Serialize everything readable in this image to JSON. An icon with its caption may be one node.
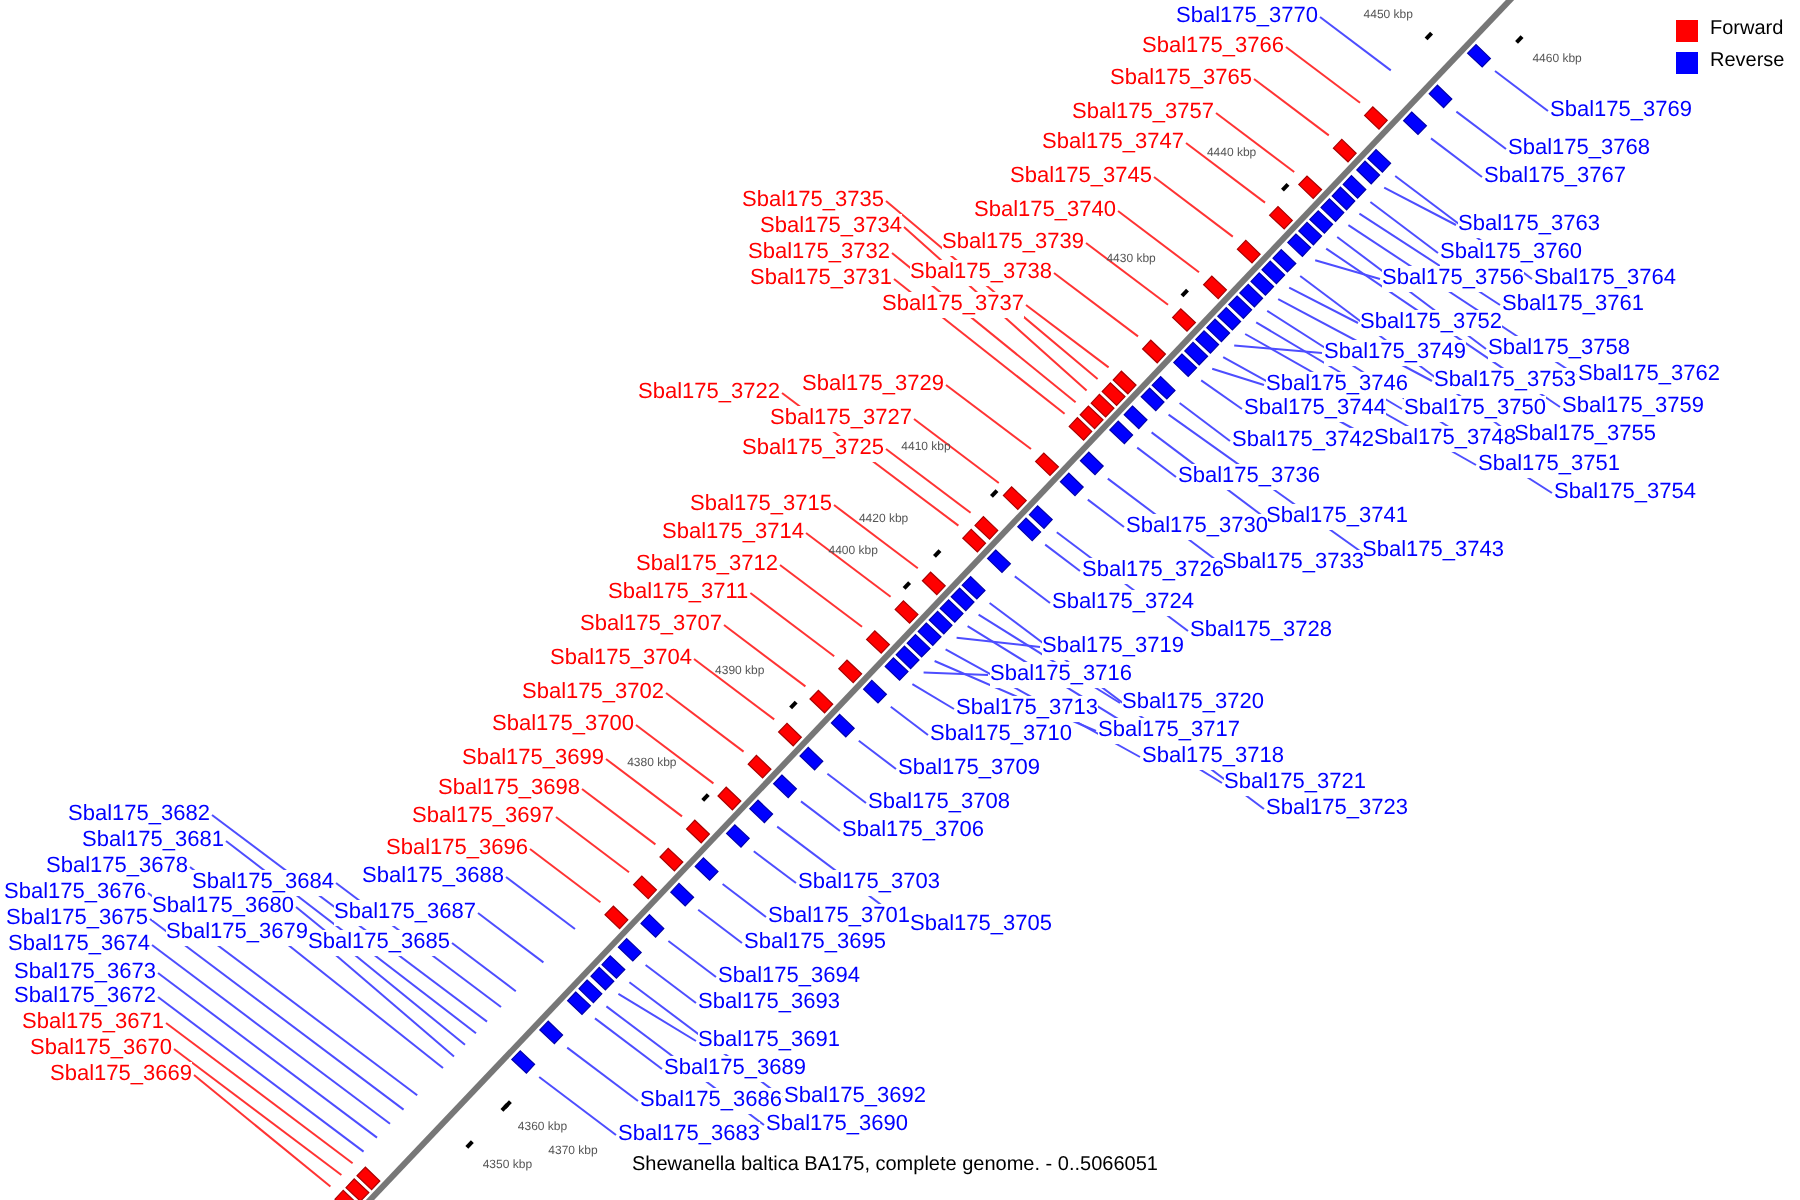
{
  "diagram": {
    "caption": "Shewanella baltica BA175, complete genome. - 0..5066051",
    "nodes": [
      {
        "text": [
          "Sbal175_3766"
        ]
      },
      {
        "text": [
          "Sbal175_3765"
        ]
      },
      {
        "text": [
          "Sbal175_3757"
        ]
      },
      {
        "text": [
          "Sbal175_3747"
        ]
      },
      {
        "text": [
          "Sbal175_3745"
        ]
      },
      {
        "text": [
          "Sbal175_3740"
        ]
      },
      {
        "text": [
          "Sbal175_3739"
        ]
      },
      {
        "text": [
          "Sbal175_3738"
        ]
      },
      {
        "text": [
          "Sbal175_3737"
        ]
      },
      {
        "text": [
          "Sbal175_3735"
        ]
      },
      {
        "text": [
          "Sbal175_3734"
        ]
      },
      {
        "text": [
          "Sbal175_3732"
        ]
      },
      {
        "text": [
          "Sbal175_3731"
        ]
      },
      {
        "text": [
          "Sbal175_3729"
        ]
      },
      {
        "text": [
          "Sbal175_3727"
        ]
      },
      {
        "text": [
          "Sbal175_3725"
        ]
      },
      {
        "text": [
          "Sbal175_3722"
        ]
      },
      {
        "text": [
          "Sbal175_3715"
        ]
      },
      {
        "text": [
          "Sbal175_3714"
        ]
      },
      {
        "text": [
          "Sbal175_3712"
        ]
      },
      {
        "text": [
          "Sbal175_3711"
        ]
      },
      {
        "text": [
          "Sbal175_3707"
        ]
      },
      {
        "text": [
          "Sbal175_3704"
        ]
      },
      {
        "text": [
          "Sbal175_3702"
        ]
      },
      {
        "text": [
          "Sbal175_3700"
        ]
      },
      {
        "text": [
          "Sbal175_3699"
        ]
      },
      {
        "text": [
          "Sbal175_3698"
        ]
      },
      {
        "text": [
          "Sbal175_3697"
        ]
      },
      {
        "text": [
          "Sbal175_3696"
        ]
      },
      {
        "text": [
          "Sbal175_3671"
        ]
      },
      {
        "text": [
          "Sbal175_3670"
        ]
      },
      {
        "text": [
          "Sbal175_3669"
        ]
      },
      {
        "text": [
          "Sbal175_3682"
        ]
      },
      {
        "text": [
          "Sbal175_3681"
        ]
      },
      {
        "text": [
          "Sbal175_3678"
        ]
      },
      {
        "text": [
          "Sbal175_3676"
        ]
      },
      {
        "text": [
          "Sbal175_3675"
        ]
      },
      {
        "text": [
          "Sbal175_3674"
        ]
      },
      {
        "text": [
          "Sbal175_3673"
        ]
      },
      {
        "text": [
          "Sbal175_3672"
        ]
      },
      {
        "text": [
          "Sbal175_3684"
        ]
      },
      {
        "text": [
          "Sbal175_3680"
        ]
      },
      {
        "text": [
          "Sbal175_3679"
        ]
      },
      {
        "text": [
          "Sbal175_3688"
        ]
      },
      {
        "text": [
          "Sbal175_3687"
        ]
      },
      {
        "text": [
          "Sbal175_3685"
        ]
      },
      {
        "text": [
          "Sbal175_3770"
        ]
      },
      {
        "text": [
          "Sbal175_3769"
        ]
      },
      {
        "text": [
          "Sbal175_3768"
        ]
      },
      {
        "text": [
          "Sbal175_3767"
        ]
      },
      {
        "text": [
          "Sbal175_3763"
        ]
      },
      {
        "text": [
          "Sbal175_3760"
        ]
      },
      {
        "text": [
          "Sbal175_3756"
        ]
      },
      {
        "text": [
          "Sbal175_3764"
        ]
      },
      {
        "text": [
          "Sbal175_3761"
        ]
      },
      {
        "text": [
          "Sbal175_3752"
        ]
      },
      {
        "text": [
          "Sbal175_3758"
        ]
      },
      {
        "text": [
          "Sbal175_3749"
        ]
      },
      {
        "text": [
          "Sbal175_3762"
        ]
      },
      {
        "text": [
          "Sbal175_3753"
        ]
      },
      {
        "text": [
          "Sbal175_3746"
        ]
      },
      {
        "text": [
          "Sbal175_3759"
        ]
      },
      {
        "text": [
          "Sbal175_3750"
        ]
      },
      {
        "text": [
          "Sbal175_3744"
        ]
      },
      {
        "text": [
          "Sbal175_3755"
        ]
      },
      {
        "text": [
          "Sbal175_3748"
        ]
      },
      {
        "text": [
          "Sbal175_3742"
        ]
      },
      {
        "text": [
          "Sbal175_3751"
        ]
      },
      {
        "text": [
          "Sbal175_3736"
        ]
      },
      {
        "text": [
          "Sbal175_3754"
        ]
      },
      {
        "text": [
          "Sbal175_3741"
        ]
      },
      {
        "text": [
          "Sbal175_3730"
        ]
      },
      {
        "text": [
          "Sbal175_3743"
        ]
      },
      {
        "text": [
          "Sbal175_3733"
        ]
      },
      {
        "text": [
          "Sbal175_3726"
        ]
      },
      {
        "text": [
          "Sbal175_3724"
        ]
      },
      {
        "text": [
          "Sbal175_3728"
        ]
      },
      {
        "text": [
          "Sbal175_3719"
        ]
      },
      {
        "text": [
          "Sbal175_3716"
        ]
      },
      {
        "text": [
          "Sbal175_3720"
        ]
      },
      {
        "text": [
          "Sbal175_3713"
        ]
      },
      {
        "text": [
          "Sbal175_3717"
        ]
      },
      {
        "text": [
          "Sbal175_3710"
        ]
      },
      {
        "text": [
          "Sbal175_3718"
        ]
      },
      {
        "text": [
          "Sbal175_3709"
        ]
      },
      {
        "text": [
          "Sbal175_3721"
        ]
      },
      {
        "text": [
          "Sbal175_3708"
        ]
      },
      {
        "text": [
          "Sbal175_3723"
        ]
      },
      {
        "text": [
          "Sbal175_3706"
        ]
      },
      {
        "text": [
          "Sbal175_3703"
        ]
      },
      {
        "text": [
          "Sbal175_3705"
        ]
      },
      {
        "text": [
          "Sbal175_3701"
        ]
      },
      {
        "text": [
          "Sbal175_3695"
        ]
      },
      {
        "text": [
          "Sbal175_3694"
        ]
      },
      {
        "text": [
          "Sbal175_3693"
        ]
      },
      {
        "text": [
          "Sbal175_3691"
        ]
      },
      {
        "text": [
          "Sbal175_3689"
        ]
      },
      {
        "text": [
          "Sbal175_3692"
        ]
      },
      {
        "text": [
          "Sbal175_3686"
        ]
      },
      {
        "text": [
          "Sbal175_3690"
        ]
      },
      {
        "text": [
          "Sbal175_3683"
        ]
      }
    ],
    "edges": [
      {
        "from": 0,
        "to": null,
        "arrow": "none",
        "color": "#ff3333"
      },
      {
        "from": 1,
        "to": null,
        "arrow": "none",
        "color": "#ff3333"
      },
      {
        "from": 2,
        "to": null,
        "arrow": "none",
        "color": "#ff3333"
      },
      {
        "from": 3,
        "to": null,
        "arrow": "none",
        "color": "#ff3333"
      },
      {
        "from": 4,
        "to": null,
        "arrow": "none",
        "color": "#ff3333"
      },
      {
        "from": 5,
        "to": null,
        "arrow": "none",
        "color": "#ff3333"
      },
      {
        "from": 6,
        "to": null,
        "arrow": "none",
        "color": "#ff3333"
      },
      {
        "from": 7,
        "to": null,
        "arrow": "none",
        "color": "#ff3333"
      },
      {
        "from": 8,
        "to": null,
        "arrow": "none",
        "color": "#ff3333"
      },
      {
        "from": 9,
        "to": null,
        "arrow": "none",
        "color": "#ff3333"
      },
      {
        "from": 10,
        "to": null,
        "arrow": "none",
        "color": "#ff3333"
      },
      {
        "from": 11,
        "to": null,
        "arrow": "none",
        "color": "#ff3333"
      },
      {
        "from": 12,
        "to": null,
        "arrow": "none",
        "color": "#ff3333"
      },
      {
        "from": 13,
        "to": null,
        "arrow": "none",
        "color": "#ff3333"
      },
      {
        "from": 14,
        "to": null,
        "arrow": "none",
        "color": "#ff3333"
      },
      {
        "from": 15,
        "to": null,
        "arrow": "none",
        "color": "#ff3333"
      },
      {
        "from": 16,
        "to": null,
        "arrow": "none",
        "color": "#ff3333"
      },
      {
        "from": 17,
        "to": null,
        "arrow": "none",
        "color": "#ff3333"
      },
      {
        "from": 18,
        "to": null,
        "arrow": "none",
        "color": "#ff3333"
      },
      {
        "from": 19,
        "to": null,
        "arrow": "none",
        "color": "#ff3333"
      },
      {
        "from": 20,
        "to": null,
        "arrow": "none",
        "color": "#ff3333"
      },
      {
        "from": 21,
        "to": null,
        "arrow": "none",
        "color": "#ff3333"
      },
      {
        "from": 22,
        "to": null,
        "arrow": "none",
        "color": "#ff3333"
      },
      {
        "from": 23,
        "to": null,
        "arrow": "none",
        "color": "#ff3333"
      },
      {
        "from": 24,
        "to": null,
        "arrow": "none",
        "color": "#ff3333"
      },
      {
        "from": 25,
        "to": null,
        "arrow": "none",
        "color": "#ff3333"
      },
      {
        "from": 26,
        "to": null,
        "arrow": "none",
        "color": "#ff3333"
      },
      {
        "from": 27,
        "to": null,
        "arrow": "none",
        "color": "#ff3333"
      },
      {
        "from": 28,
        "to": null,
        "arrow": "none",
        "color": "#ff3333"
      },
      {
        "from": 29,
        "to": null,
        "arrow": "none",
        "color": "#ff3333"
      },
      {
        "from": 30,
        "to": null,
        "arrow": "none",
        "color": "#ff3333"
      },
      {
        "from": 31,
        "to": null,
        "arrow": "none",
        "color": "#ff3333"
      },
      {
        "from": 32,
        "to": null,
        "arrow": "none"
      },
      {
        "from": 33,
        "to": null,
        "arrow": "none"
      },
      {
        "from": 34,
        "to": null,
        "arrow": "none"
      },
      {
        "from": 35,
        "to": null,
        "arrow": "none"
      },
      {
        "from": 36,
        "to": null,
        "arrow": "none"
      },
      {
        "from": 37,
        "to": null,
        "arrow": "none"
      },
      {
        "from": 38,
        "to": null,
        "arrow": "none"
      },
      {
        "from": 39,
        "to": null,
        "arrow": "none"
      },
      {
        "from": 40,
        "to": null,
        "arrow": "none"
      },
      {
        "from": 41,
        "to": null,
        "arrow": "none"
      },
      {
        "from": 42,
        "to": null,
        "arrow": "none"
      },
      {
        "from": 43,
        "to": null,
        "arrow": "none"
      },
      {
        "from": 44,
        "to": null,
        "arrow": "none"
      },
      {
        "from": 45,
        "to": null,
        "arrow": "none"
      },
      {
        "from": 46,
        "to": null,
        "arrow": "none"
      },
      {
        "from": 47,
        "to": null,
        "arrow": "none"
      },
      {
        "from": 48,
        "to": null,
        "arrow": "none"
      },
      {
        "from": 49,
        "to": null,
        "arrow": "none"
      },
      {
        "from": 50,
        "to": null,
        "arrow": "none"
      },
      {
        "from": 51,
        "to": null,
        "arrow": "none"
      },
      {
        "from": 52,
        "to": null,
        "arrow": "none"
      },
      {
        "from": 53,
        "to": null,
        "arrow": "none"
      },
      {
        "from": 54,
        "to": null,
        "arrow": "none"
      },
      {
        "from": 55,
        "to": null,
        "arrow": "none"
      },
      {
        "from": 56,
        "to": null,
        "arrow": "none"
      },
      {
        "from": 57,
        "to": null,
        "arrow": "none"
      },
      {
        "from": 58,
        "to": null,
        "arrow": "none"
      },
      {
        "from": 59,
        "to": null,
        "arrow": "none"
      },
      {
        "from": 60,
        "to": null,
        "arrow": "none"
      },
      {
        "from": 61,
        "to": null,
        "arrow": "none"
      },
      {
        "from": 62,
        "to": null,
        "arrow": "none"
      },
      {
        "from": 63,
        "to": null,
        "arrow": "none"
      },
      {
        "from": 64,
        "to": null,
        "arrow": "none"
      },
      {
        "from": 65,
        "to": null,
        "arrow": "none"
      },
      {
        "from": 66,
        "to": null,
        "arrow": "none"
      },
      {
        "from": 67,
        "to": null,
        "arrow": "none"
      },
      {
        "from": 68,
        "to": null,
        "arrow": "none"
      },
      {
        "from": 69,
        "to": null,
        "arrow": "none"
      },
      {
        "from": 70,
        "to": null,
        "arrow": "none"
      },
      {
        "from": 71,
        "to": null,
        "arrow": "none"
      },
      {
        "from": 72,
        "to": null,
        "arrow": "none"
      },
      {
        "from": 73,
        "to": null,
        "arrow": "none"
      },
      {
        "from": 74,
        "to": null,
        "arrow": "none"
      },
      {
        "from": 75,
        "to": null,
        "arrow": "none"
      },
      {
        "from": 76,
        "to": null,
        "arrow": "none"
      },
      {
        "from": 77,
        "to": null,
        "arrow": "none"
      },
      {
        "from": 78,
        "to": null,
        "arrow": "none"
      },
      {
        "from": 79,
        "to": null,
        "arrow": "none"
      },
      {
        "from": 80,
        "to": null,
        "arrow": "none"
      },
      {
        "from": 81,
        "to": null,
        "arrow": "none"
      },
      {
        "from": 82,
        "to": null,
        "arrow": "none"
      },
      {
        "from": 83,
        "to": null,
        "arrow": "none"
      },
      {
        "from": 84,
        "to": null,
        "arrow": "none"
      },
      {
        "from": 85,
        "to": null,
        "arrow": "none"
      },
      {
        "from": 86,
        "to": null,
        "arrow": "none"
      },
      {
        "from": 87,
        "to": null,
        "arrow": "none"
      },
      {
        "from": 88,
        "to": null,
        "arrow": "none"
      },
      {
        "from": 89,
        "to": null,
        "arrow": "none"
      },
      {
        "from": 90,
        "to": null,
        "arrow": "none"
      },
      {
        "from": 91,
        "to": null,
        "arrow": "none"
      },
      {
        "from": 92,
        "to": null,
        "arrow": "none"
      },
      {
        "from": 93,
        "to": null,
        "arrow": "none"
      },
      {
        "from": 94,
        "to": null,
        "arrow": "none"
      },
      {
        "from": 95,
        "to": null,
        "arrow": "none"
      },
      {
        "from": 96,
        "to": null,
        "arrow": "none"
      },
      {
        "from": 97,
        "to": null,
        "arrow": "none"
      },
      {
        "from": 98,
        "to": null,
        "arrow": "none"
      },
      {
        "from": 99,
        "to": null,
        "arrow": "none"
      },
      {
        "from": 100,
        "to": null,
        "arrow": "none"
      }
    ],
    "labels": [
      "4460 kbp",
      "4450 kbp",
      "4440 kbp",
      "4430 kbp",
      "4420 kbp",
      "4410 kbp",
      "4400 kbp",
      "4390 kbp",
      "4380 kbp",
      "4370 kbp",
      "4360 kbp",
      "4350 kbp"
    ],
    "legend": [
      {
        "text": "Forward",
        "color": "#ff0000"
      },
      {
        "text": "Reverse",
        "color": "#0000ff"
      }
    ]
  }
}
